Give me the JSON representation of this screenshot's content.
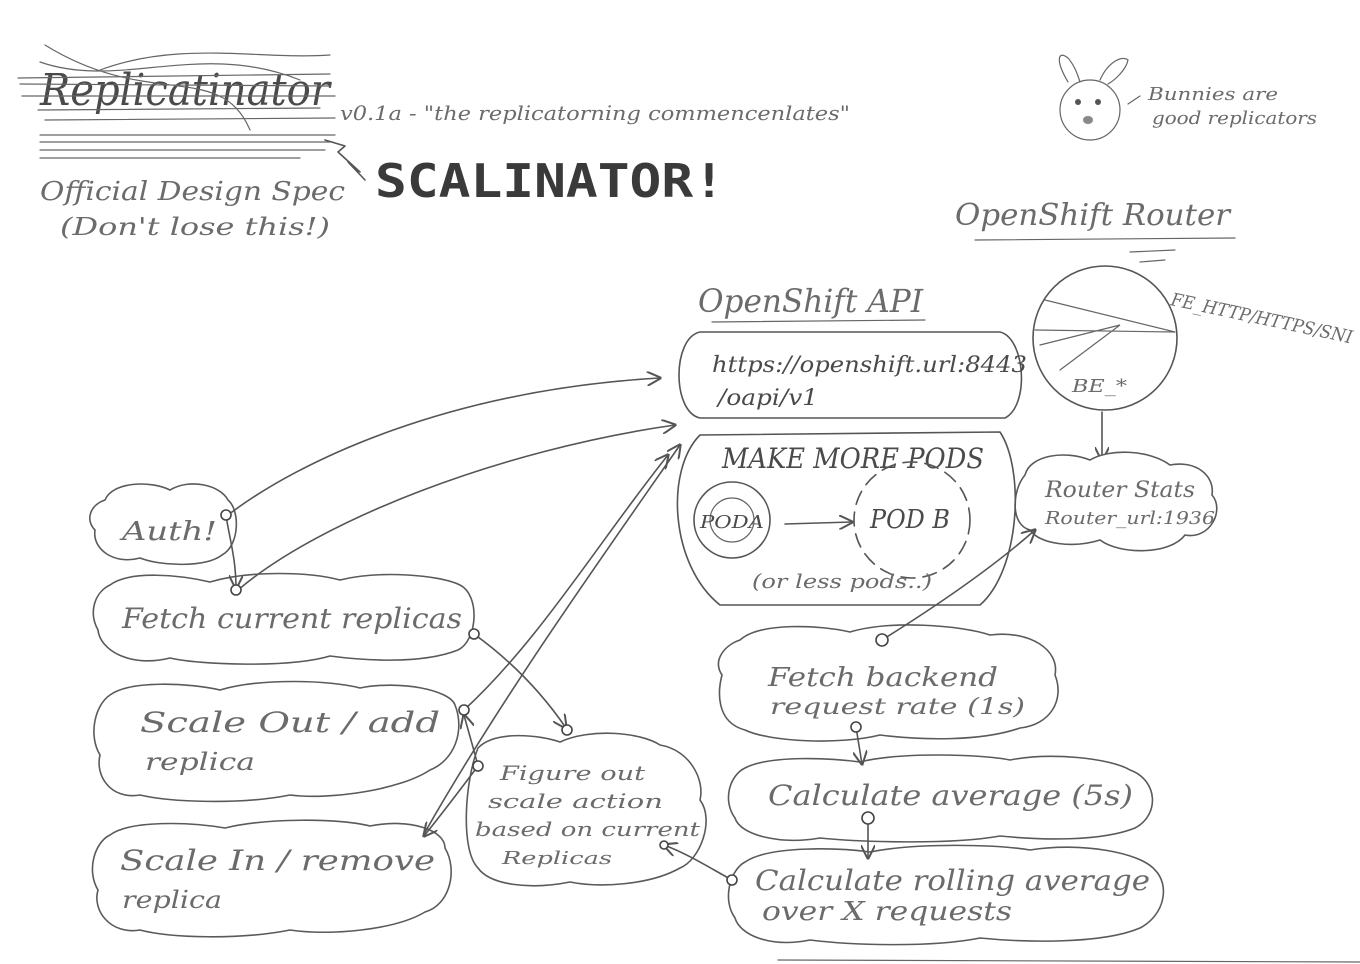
{
  "header": {
    "old_title": "Replicatinator",
    "version_note": "v0.1a - \"the replicatorning commencenlates\"",
    "new_title": "SCALINATOR!",
    "spec_line1": "Official Design Spec",
    "spec_line2": "(Don't lose this!)"
  },
  "bunny": {
    "note_line1": "Bunnies are",
    "note_line2": "good replicators"
  },
  "router": {
    "title": "OpenShift Router",
    "frontend_label": "FE_HTTP/HTTPS/SNI",
    "backend_label": "BE_*",
    "stats_title": "Router Stats",
    "stats_url": "Router_url:1936"
  },
  "api": {
    "title": "OpenShift API",
    "url_line1": "https://openshift.url:8443",
    "url_line2": "/oapi/v1"
  },
  "pods": {
    "heading": "MAKE MORE PODS",
    "pod_a": "PODA",
    "pod_b": "POD B",
    "note": "(or less pods..)"
  },
  "steps": {
    "auth": "Auth!",
    "fetch_replicas": "Fetch current replicas",
    "scale_out_line1": "Scale Out / add",
    "scale_out_line2": "replica",
    "scale_in_line1": "Scale In / remove",
    "scale_in_line2": "replica",
    "figure_out_line1": "Figure out",
    "figure_out_line2": "scale action",
    "figure_out_line3": "based on current",
    "figure_out_line4": "Replicas",
    "fetch_rate_line1": "Fetch backend",
    "fetch_rate_line2": "request rate (1s)",
    "calc_avg": "Calculate average (5s)",
    "rolling_line1": "Calculate rolling average",
    "rolling_line2": "over X requests"
  }
}
